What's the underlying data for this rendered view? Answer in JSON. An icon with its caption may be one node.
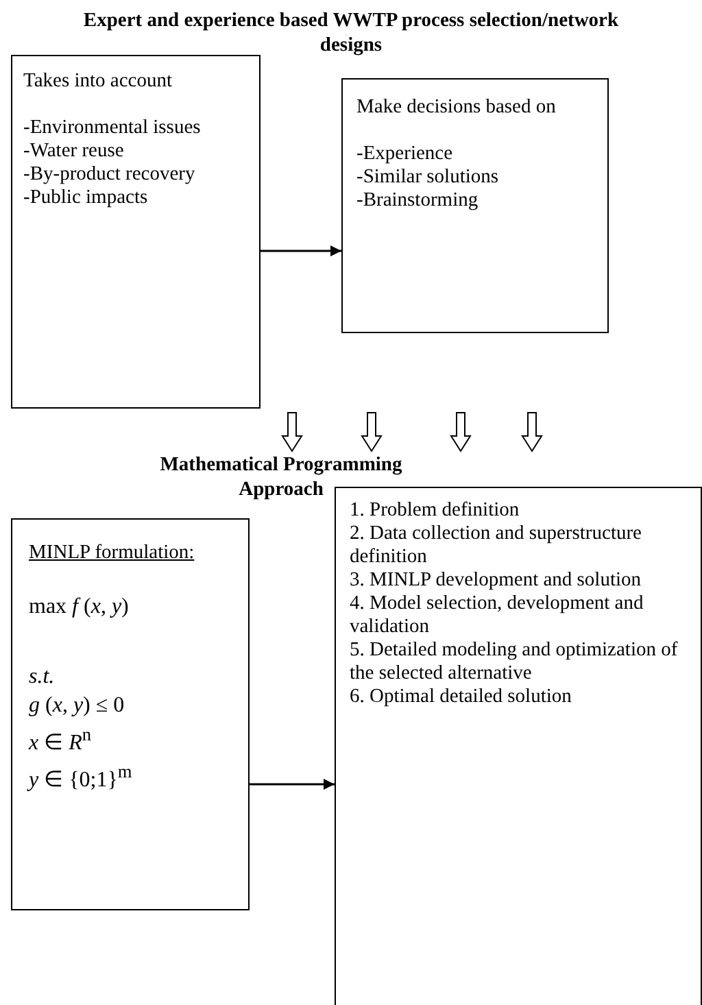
{
  "diagram": {
    "title": "Expert and experience based WWTP process selection/network designs",
    "nodes": [
      {
        "text": [
          "Takes into account",
          "-Environmental issues",
          "-Water reuse",
          "-By-product recovery",
          "-Public impacts"
        ]
      },
      {
        "text": [
          "Make decisions based on",
          "-Experience",
          "-Similar solutions",
          "-Brainstorming"
        ]
      },
      {
        "text": [
          "MINLP formulation:",
          "max *f* (*x*, *y*)",
          "*s.t.*",
          "*g* (*x*, *y*) ≤ 0",
          "*x* ∈ *R*$^{n}$",
          "*y* ∈ {0;1}$^{m}$"
        ]
      },
      {
        "text": [
          "1. Problem definition",
          "2. Data collection and superstructure definition",
          "3. MINLP development and solution",
          "4. Model selection, development and validation",
          "5. Detailed modeling and optimization of the selected alternative",
          "6. Optimal detailed solution"
        ]
      }
    ],
    "edges": [
      {
        "from": 0,
        "to": 1,
        "arrow": "to"
      },
      {
        "from": 2,
        "to": 3,
        "arrow": "to"
      }
    ],
    "labels": [
      "Mathematical Programming Approach"
    ]
  }
}
